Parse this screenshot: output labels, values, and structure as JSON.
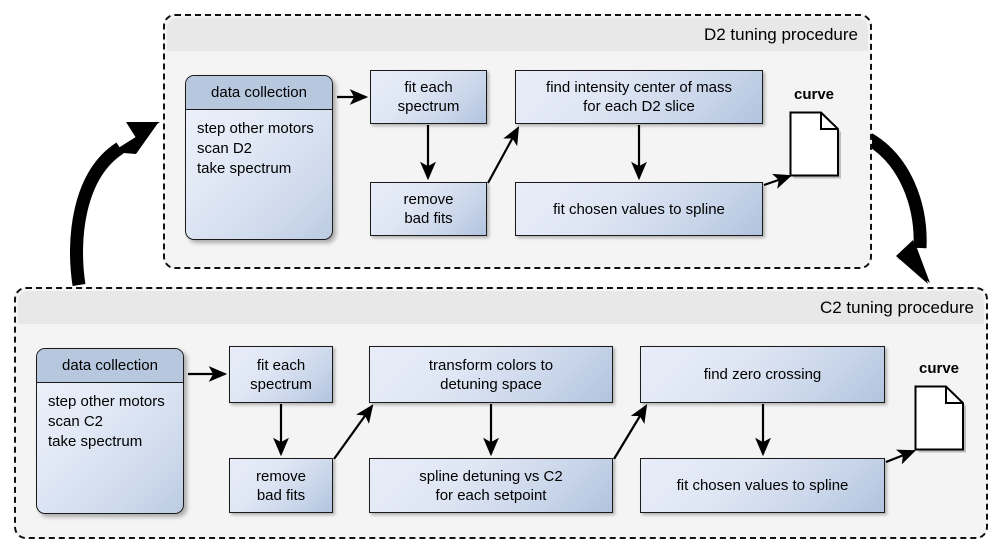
{
  "diagram": {
    "title_d2": "D2 tuning procedure",
    "title_c2": "C2 tuning procedure"
  },
  "colors": {
    "box_fill_light": "#e8edf8",
    "box_fill_dark": "#b2c3de",
    "header_fill": "#b6c7de",
    "container_fill": "#f4f4f4",
    "container_header_fill": "#e8e8e8",
    "stroke": "#1a1a1a",
    "page_bg": "#ffffff"
  },
  "d2": {
    "title": "D2 tuning procedure",
    "data_collection": {
      "header": "data collection",
      "lines": [
        "step other motors",
        "scan D2",
        "take spectrum"
      ]
    },
    "boxes": {
      "fit_each_spectrum": "fit each\nspectrum",
      "fit_each_spectrum_l1": "fit each",
      "fit_each_spectrum_l2": "spectrum",
      "remove_bad_fits_l1": "remove",
      "remove_bad_fits_l2": "bad fits",
      "center_of_mass_l1": "find intensity center of mass",
      "center_of_mass_l2": "for each D2 slice",
      "fit_spline": "fit chosen values to spline"
    },
    "output": {
      "label": "curve",
      "icon": "document-icon"
    }
  },
  "c2": {
    "title": "C2 tuning procedure",
    "data_collection": {
      "header": "data collection",
      "lines": [
        "step other motors",
        "scan C2",
        "take spectrum"
      ]
    },
    "boxes": {
      "fit_each_spectrum_l1": "fit each",
      "fit_each_spectrum_l2": "spectrum",
      "remove_bad_fits_l1": "remove",
      "remove_bad_fits_l2": "bad fits",
      "transform_colors_l1": "transform colors to",
      "transform_colors_l2": "detuning space",
      "spline_detuning_l1": "spline detuning vs C2",
      "spline_detuning_l2": "for each setpoint",
      "find_zero_crossing": "find zero crossing",
      "fit_spline": "fit chosen values to spline"
    },
    "output": {
      "label": "curve",
      "icon": "document-icon"
    }
  }
}
